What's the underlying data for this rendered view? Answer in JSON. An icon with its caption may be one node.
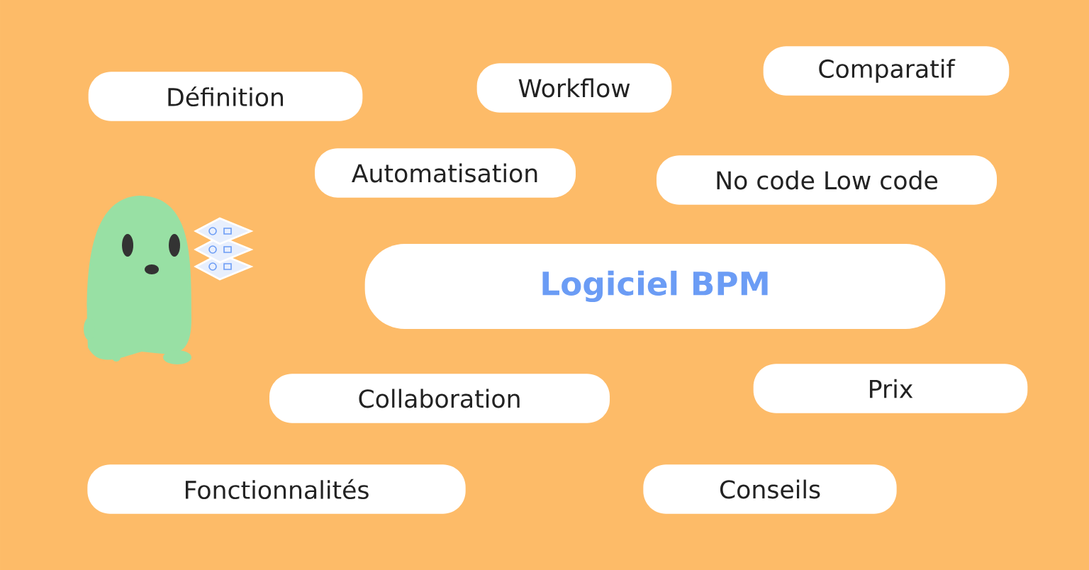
{
  "diagram": {
    "nodes": [
      {
        "text": [
          "Définition"
        ]
      },
      {
        "text": [
          "Workflow"
        ]
      },
      {
        "text": [
          "Comparatif"
        ]
      },
      {
        "text": [
          "Automatisation"
        ]
      },
      {
        "text": [
          "No code Low code"
        ]
      },
      {
        "text": [
          "Logiciel BPM"
        ]
      },
      {
        "text": [
          "Collaboration"
        ]
      },
      {
        "text": [
          "Prix"
        ]
      },
      {
        "text": [
          "Fonctionnalités"
        ]
      },
      {
        "text": [
          "Conseils"
        ]
      }
    ]
  }
}
